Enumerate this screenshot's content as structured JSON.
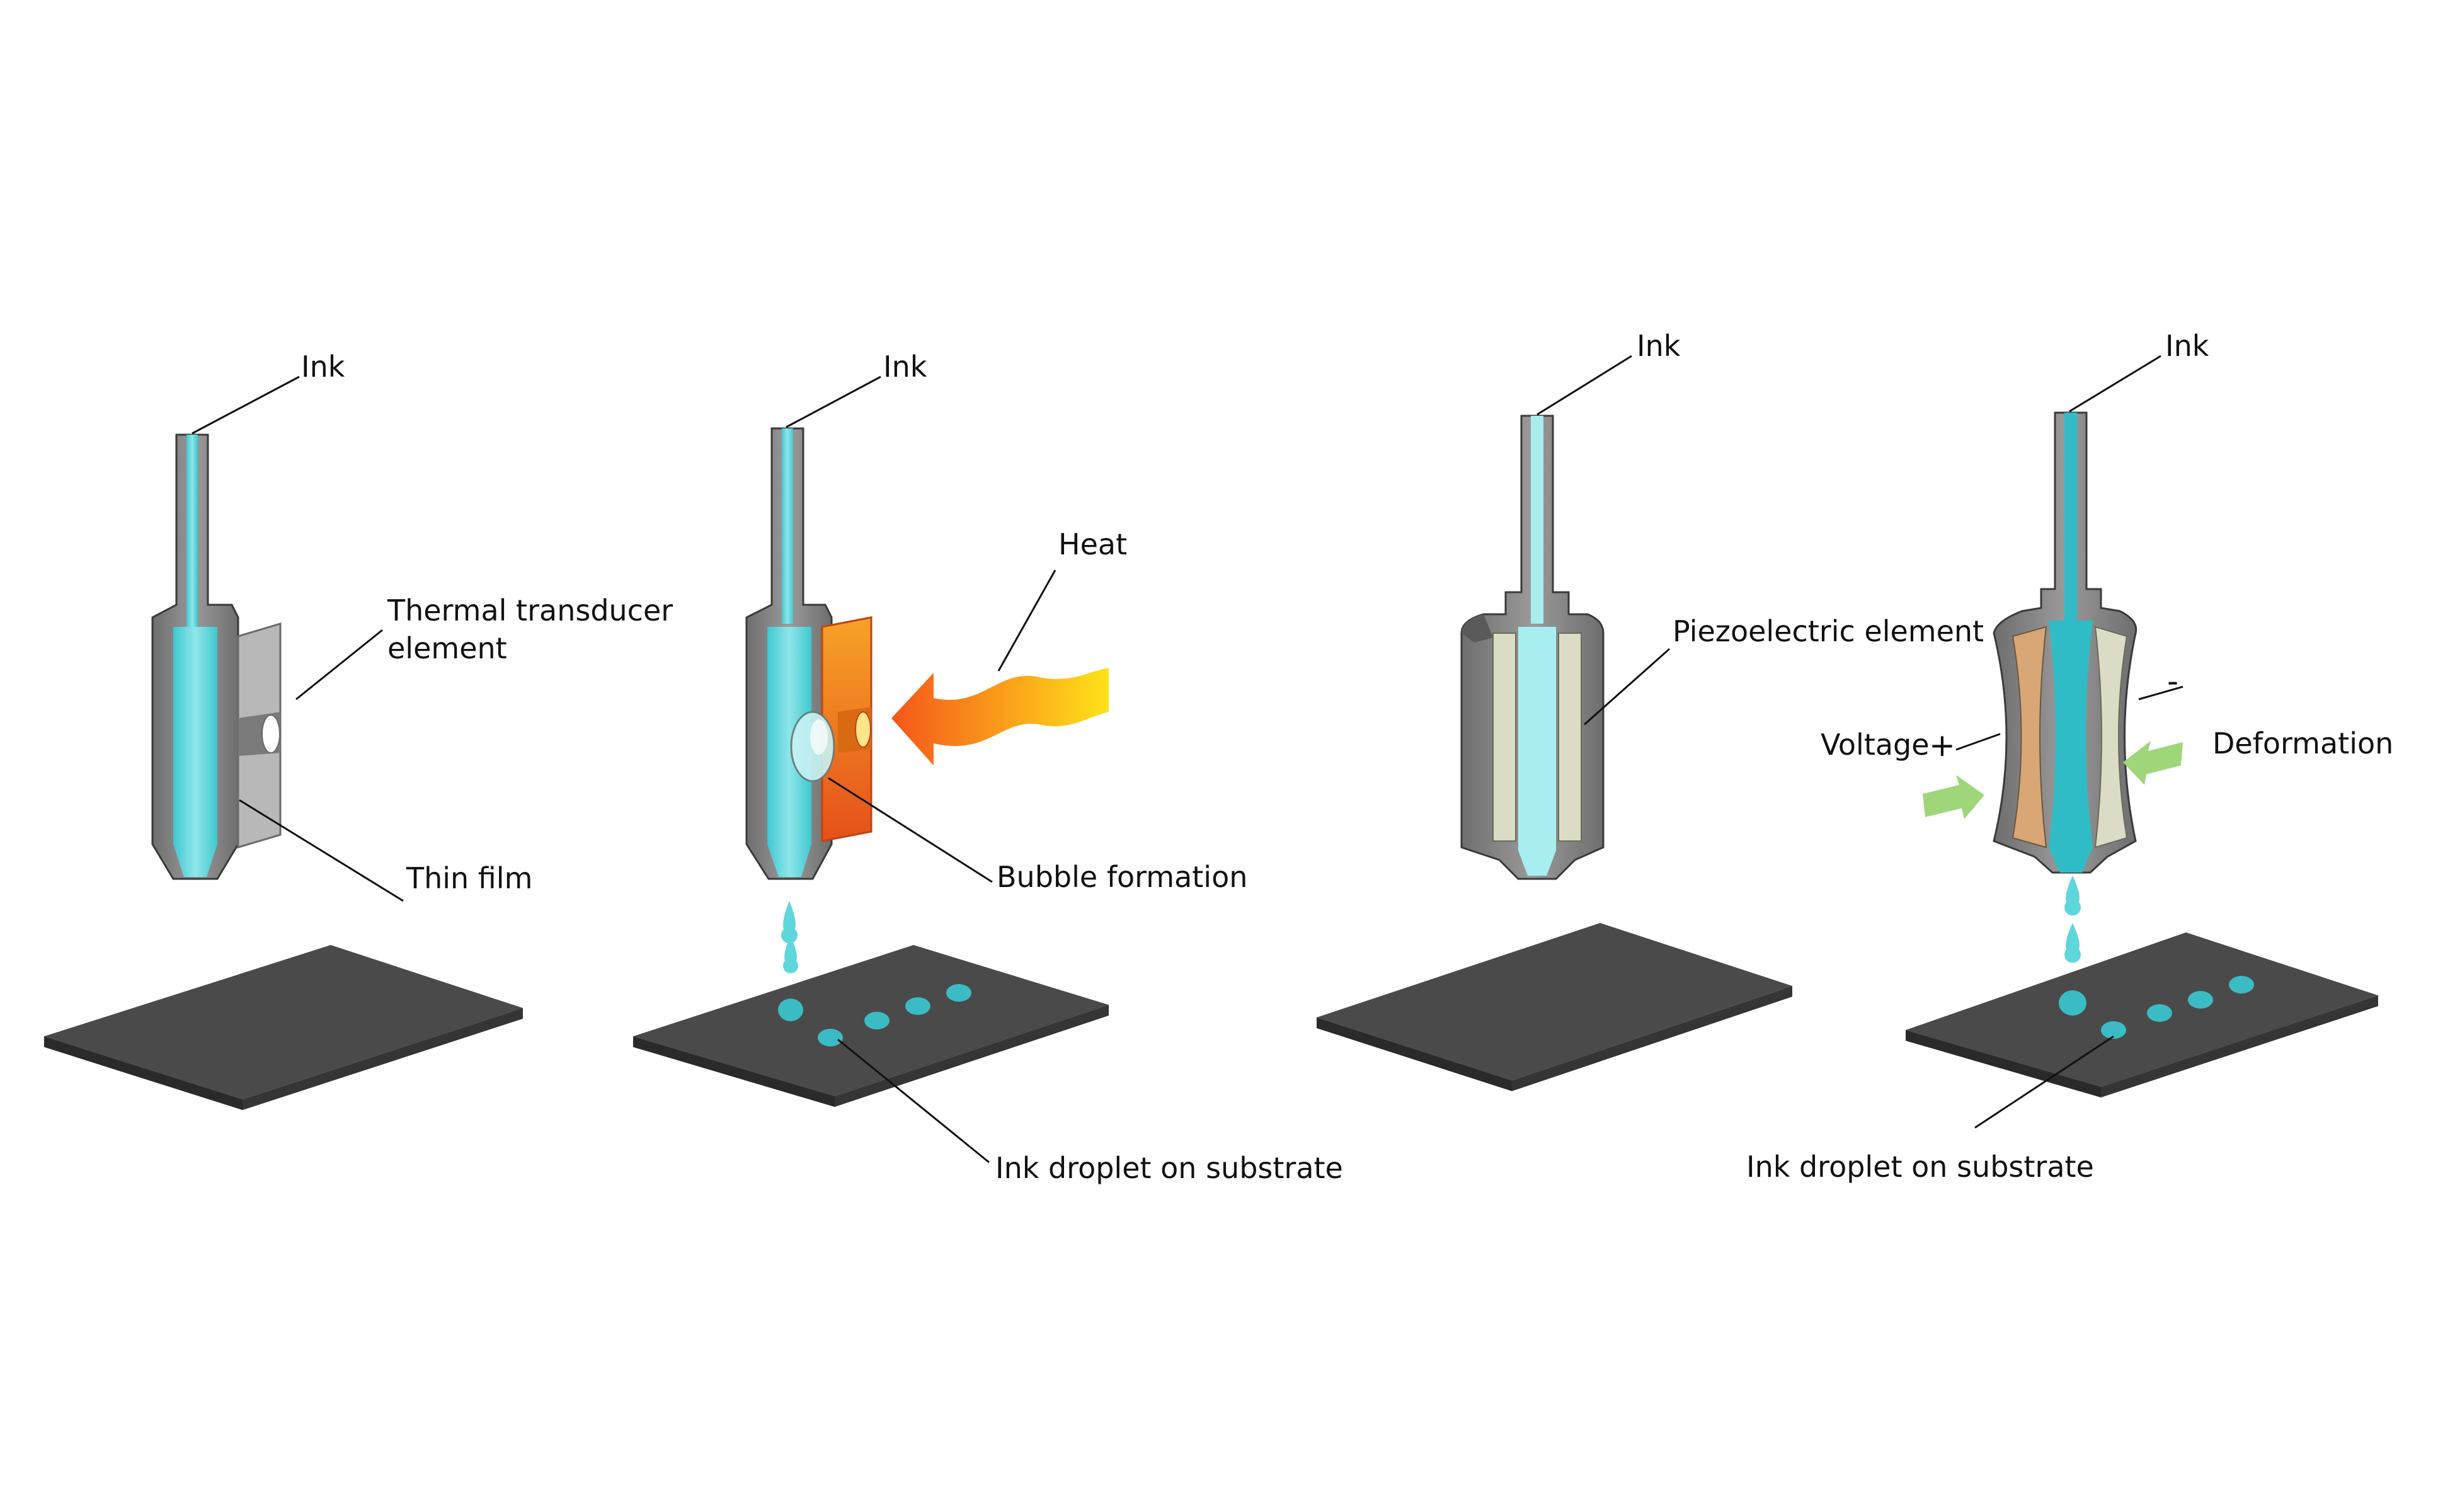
{
  "colors": {
    "nozzle_face": "#8c8c8c",
    "nozzle_side": "#5a5a5a",
    "nozzle_edge": "#3a3a3a",
    "ink": "#5fd6dc",
    "ink_light": "#a8eef0",
    "ink_dark": "#2fbcc6",
    "substrate_top": "#4a4a4a",
    "substrate_side": "#2a2a2a",
    "droplet": "#3bbcc4",
    "thermal_element": "#b8b8b8",
    "heater_hot": "#f08a1e",
    "heater_red": "#e5501a",
    "heat_arrow_start": "#f4561a",
    "heat_arrow_end": "#ffe21a",
    "piezo": "#dcdcc6",
    "piezo_active": "#d9a676",
    "deformation_arrow": "#9fd67a",
    "leader_line": "#111111"
  },
  "panels": [
    {
      "id": "thermal-idle",
      "labels": {
        "ink": "Ink",
        "transducer_line1": "Thermal transducer",
        "transducer_line2": "element",
        "thin_film": "Thin film"
      }
    },
    {
      "id": "thermal-firing",
      "labels": {
        "ink": "Ink",
        "heat": "Heat",
        "bubble": "Bubble formation",
        "droplet": "Ink droplet on substrate"
      },
      "substrate_droplets": 5
    },
    {
      "id": "piezo-idle",
      "labels": {
        "ink": "Ink",
        "piezo": "Piezoelectric element"
      }
    },
    {
      "id": "piezo-firing",
      "labels": {
        "ink": "Ink",
        "voltage": "Voltage",
        "plus": "+",
        "minus": "-",
        "deformation": "Deformation",
        "droplet": "Ink droplet on substrate"
      },
      "substrate_droplets": 5
    }
  ]
}
